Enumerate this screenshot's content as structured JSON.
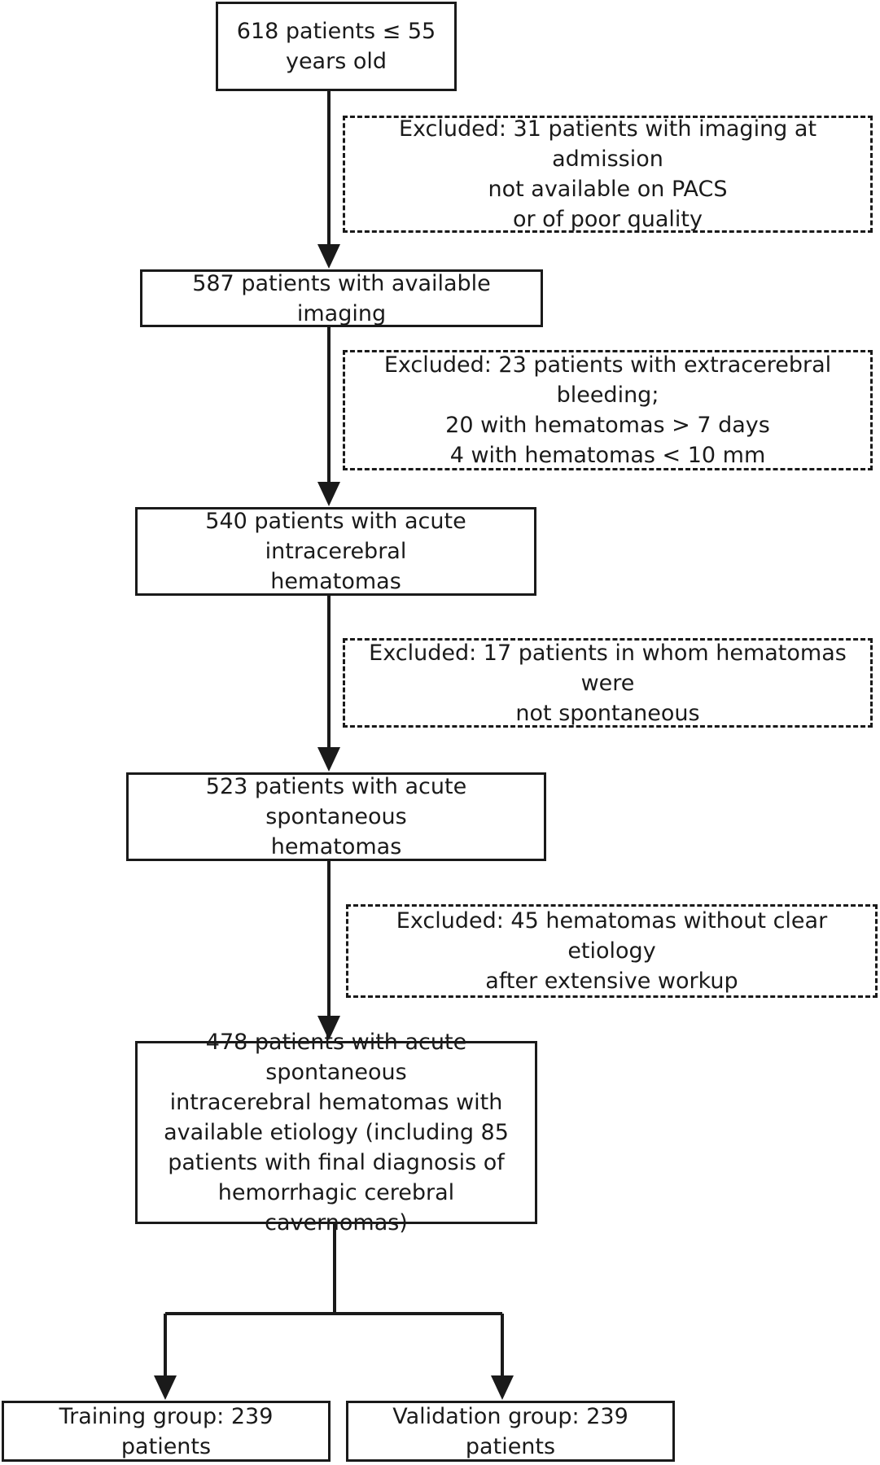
{
  "diagram": {
    "boxes": {
      "start": "618 patients ≤ 55\nyears old",
      "excl1": "Excluded: 31 patients with imaging at admission\nnot available on PACS\nor of poor quality",
      "step2": "587 patients with available imaging",
      "excl2": "Excluded: 23 patients with extracerebral bleeding;\n20 with hematomas > 7 days\n4 with hematomas < 10 mm",
      "step3": "540 patients with acute intracerebral\nhematomas",
      "excl3": "Excluded: 17 patients in whom hematomas were\nnot spontaneous",
      "step4": "523 patients with acute spontaneous\nhematomas",
      "excl4": "Excluded: 45 hematomas without clear etiology\nafter extensive workup",
      "step5": "478 patients with acute spontaneous\nintracerebral hematomas with\navailable etiology (including 85\npatients with final diagnosis of\nhemorrhagic cerebral cavernomas)",
      "training": "Training group: 239 patients",
      "validation": "Validation group: 239 patients"
    },
    "colors": {
      "stroke": "#1a1a1a",
      "background": "#ffffff"
    }
  }
}
